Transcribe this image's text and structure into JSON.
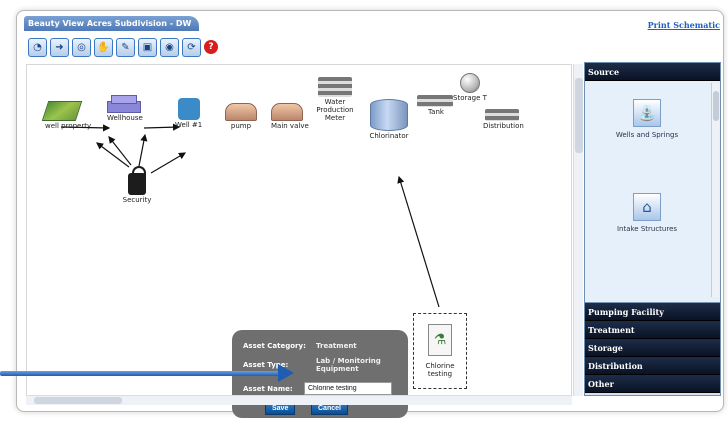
{
  "window": {
    "title": "Beauty View Acres Subdivision - DW",
    "print_schematic": "Print Schematic"
  },
  "toolbar": {
    "icons": [
      "zoom-icon",
      "navigate-icon",
      "pan-icon",
      "hand-icon",
      "draw-icon",
      "delete-icon",
      "edit-icon",
      "refresh-icon",
      "help-icon"
    ]
  },
  "schematic": {
    "nodes": [
      {
        "label": "well property",
        "icon": "farm-icon"
      },
      {
        "label": "Wellhouse",
        "icon": "building-icon"
      },
      {
        "label": "Well #1",
        "icon": "faucet-icon"
      },
      {
        "label": "pump",
        "icon": "pump-icon"
      },
      {
        "label": "Main valve",
        "icon": "valve-icon"
      },
      {
        "label": "Water Production Meter",
        "icon": "meter-icon"
      },
      {
        "label": "Chlorinator",
        "icon": "tank-icon"
      },
      {
        "label": "Tank",
        "icon": "storage-icon"
      },
      {
        "label": "Storage T",
        "icon": "sphere-icon"
      },
      {
        "label": "Distribution",
        "icon": "distribution-icon"
      },
      {
        "label": "Security",
        "icon": "lock-icon"
      },
      {
        "label": "Chlorine testing",
        "icon": "lab-icon"
      }
    ]
  },
  "asset_popup": {
    "category_label": "Asset Category:",
    "category_value": "Treatment",
    "type_label": "Asset Type:",
    "type_value": "Lab / Monitoring Equipment",
    "name_label": "Asset Name:",
    "name_value": "Chlorine testing",
    "save": "Save",
    "cancel": "Cancel"
  },
  "panel": {
    "sections": [
      "Source",
      "Pumping Facility",
      "Treatment",
      "Storage",
      "Distribution",
      "Other"
    ],
    "source_items": [
      "Wells and Springs",
      "Intake Structures"
    ]
  },
  "colors": {
    "panel_header": "#0a1324",
    "accent_blue": "#1f5db4",
    "popup_gray": "#6f6f6f"
  }
}
